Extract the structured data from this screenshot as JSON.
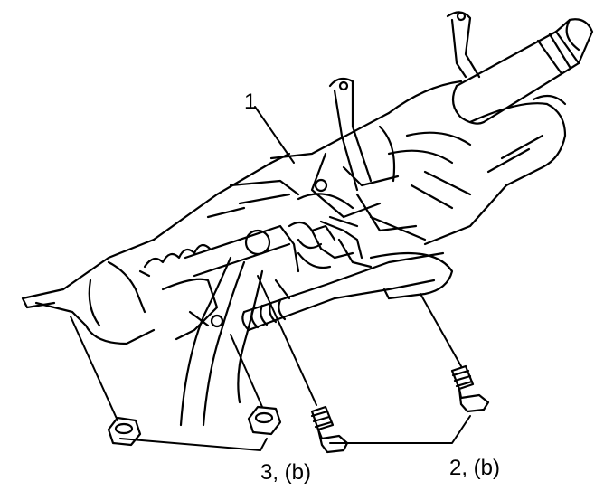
{
  "diagram": {
    "callouts": {
      "part_1": "1",
      "part_2": "2, (b)",
      "part_3": "3, (b)"
    }
  }
}
